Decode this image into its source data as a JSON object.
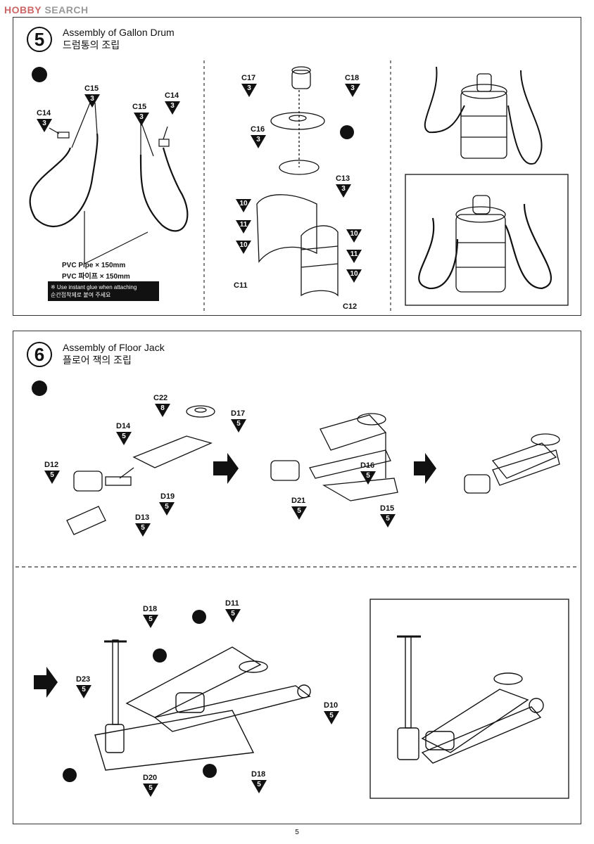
{
  "watermark": {
    "brand": "HOBBY",
    "text": "SEARCH"
  },
  "step5": {
    "number": "5",
    "title_en": "Assembly of Gallon Drum",
    "title_ko": "드럼통의 조립",
    "parts": {
      "c15_a": {
        "code": "C15",
        "qty": "3"
      },
      "c14_a": {
        "code": "C14",
        "qty": "3"
      },
      "c15_b": {
        "code": "C15",
        "qty": "3"
      },
      "c14_b": {
        "code": "C14",
        "qty": "3"
      },
      "c17": {
        "code": "C17",
        "qty": "3"
      },
      "c18": {
        "code": "C18",
        "qty": "3"
      },
      "c16": {
        "code": "C16",
        "qty": "3"
      },
      "c13": {
        "code": "C13",
        "qty": "3"
      },
      "c11": {
        "code": "C11"
      },
      "c12": {
        "code": "C12"
      },
      "p10_a": {
        "qty": "10"
      },
      "p11_a": {
        "qty": "11"
      },
      "p10_b": {
        "qty": "10"
      },
      "p10_c": {
        "qty": "10"
      },
      "p11_b": {
        "qty": "11"
      },
      "p10_d": {
        "qty": "10"
      }
    },
    "pipe_en": "PVC Pipe × 150mm",
    "pipe_ko": "PVC 파이프 × 150mm",
    "glue_note_en": "※ Use instant glue when attaching",
    "glue_note_ko": "순간접착제로 붙여 주세요"
  },
  "step6": {
    "number": "6",
    "title_en": "Assembly of Floor Jack",
    "title_ko": "플로어 잭의 조립",
    "parts": {
      "c22": {
        "code": "C22",
        "qty": "8"
      },
      "d17": {
        "code": "D17",
        "qty": "5"
      },
      "d14": {
        "code": "D14",
        "qty": "5"
      },
      "d12": {
        "code": "D12",
        "qty": "5"
      },
      "d19": {
        "code": "D19",
        "qty": "5"
      },
      "d13": {
        "code": "D13",
        "qty": "5"
      },
      "d16": {
        "code": "D16",
        "qty": "5"
      },
      "d21": {
        "code": "D21",
        "qty": "5"
      },
      "d15": {
        "code": "D15",
        "qty": "5"
      },
      "d18_a": {
        "code": "D18",
        "qty": "5"
      },
      "d11": {
        "code": "D11",
        "qty": "5"
      },
      "d23": {
        "code": "D23",
        "qty": "5"
      },
      "d10": {
        "code": "D10",
        "qty": "5"
      },
      "d20": {
        "code": "D20",
        "qty": "5"
      },
      "d18_b": {
        "code": "D18",
        "qty": "5"
      }
    }
  },
  "page_number": "5"
}
